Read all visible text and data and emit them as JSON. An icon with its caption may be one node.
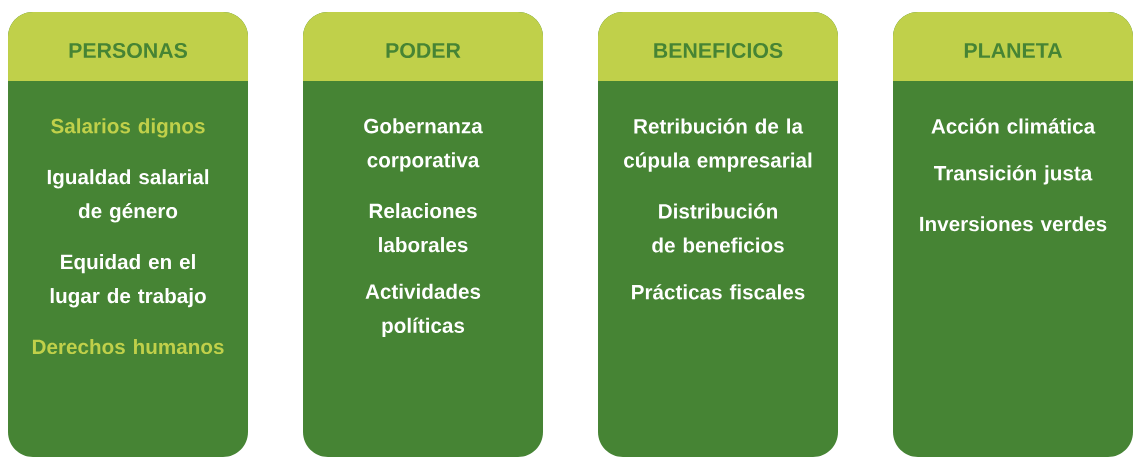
{
  "diagram": {
    "nodes": [
      {
        "text": [
          "PERSONAS",
          "Salarios dignos",
          "Igualdad salarial de género",
          "Equidad en el lugar de trabajo",
          "Derechos humanos"
        ]
      },
      {
        "text": [
          "PODER",
          "Gobernanza corporativa",
          "Relaciones laborales",
          "Actividades políticas"
        ]
      },
      {
        "text": [
          "BENEFICIOS",
          "Retribución de la cúpula empresarial",
          "Distribución de beneficios",
          "Prácticas fiscales"
        ]
      },
      {
        "text": [
          "PLANETA",
          "Acción climática",
          "Transición justa",
          "Inversiones verdes"
        ]
      }
    ]
  }
}
